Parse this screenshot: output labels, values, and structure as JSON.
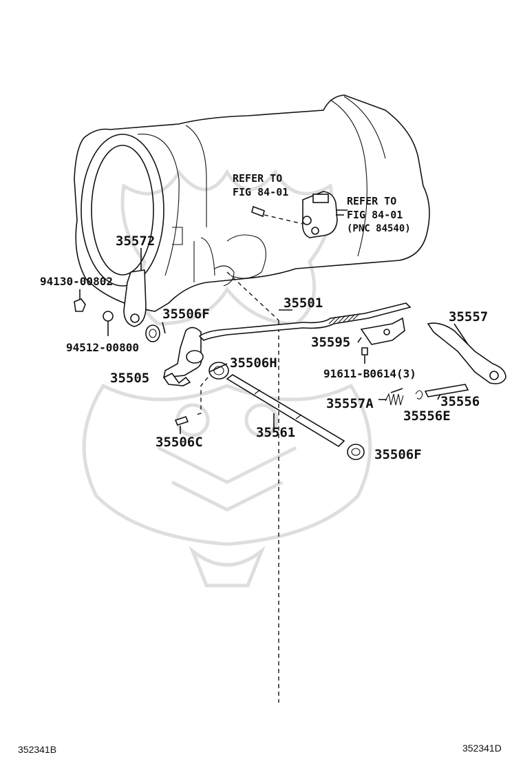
{
  "watermark": {
    "name": "samurai-mask-watermark"
  },
  "callouts": [
    {
      "id": "refer-fig-84-01-a",
      "lines": [
        "REFER TO",
        "FIG 84-01"
      ]
    },
    {
      "id": "refer-fig-84-01-b",
      "lines": [
        "REFER TO",
        "FIG 84-01",
        "(PNC 84540)"
      ]
    },
    {
      "id": "part-35572",
      "text": "35572"
    },
    {
      "id": "part-94130-00802",
      "text": "94130-00802"
    },
    {
      "id": "part-35506F-top",
      "text": "35506F"
    },
    {
      "id": "part-94512-00800",
      "text": "94512-00800"
    },
    {
      "id": "part-35505",
      "text": "35505"
    },
    {
      "id": "part-35506H",
      "text": "35506H"
    },
    {
      "id": "part-35506C",
      "text": "35506C"
    },
    {
      "id": "part-35501",
      "text": "35501"
    },
    {
      "id": "part-35595",
      "text": "35595"
    },
    {
      "id": "part-91611-B0614",
      "text": "91611-B0614(3)"
    },
    {
      "id": "part-35557",
      "text": "35557"
    },
    {
      "id": "part-35557A",
      "text": "35557A"
    },
    {
      "id": "part-35556",
      "text": "35556"
    },
    {
      "id": "part-35556E",
      "text": "35556E"
    },
    {
      "id": "part-35561",
      "text": "35561"
    },
    {
      "id": "part-35506F-bottom",
      "text": "35506F"
    }
  ],
  "footer": {
    "left_code": "352341B",
    "right_code": "352341D"
  }
}
